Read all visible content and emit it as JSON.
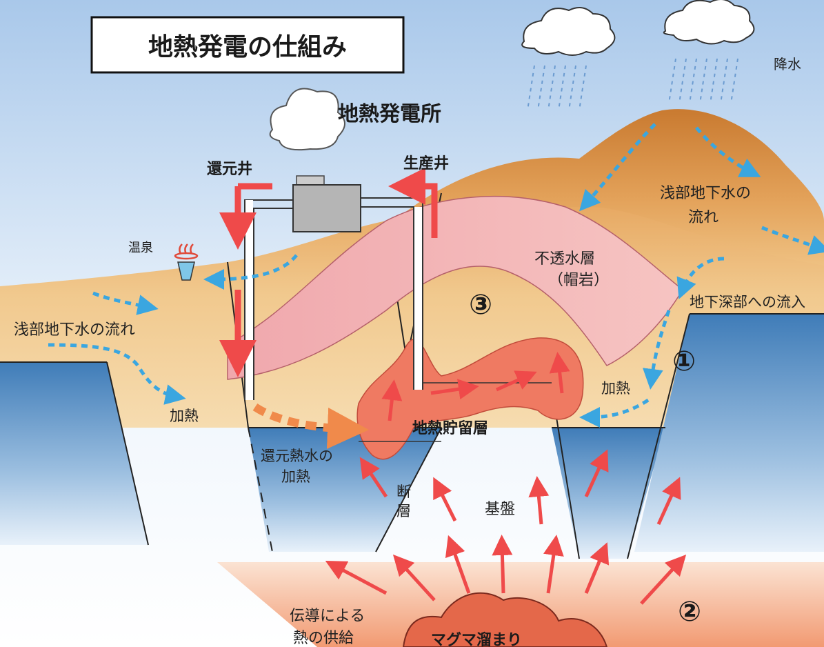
{
  "title": "地熱発電の仕組み",
  "plant": "地熱発電所",
  "labels": {
    "rain": "降水",
    "reinjection_well": "還元井",
    "production_well": "生産井",
    "hot_spring": "温泉",
    "shallow_flow_right_1": "浅部地下水の",
    "shallow_flow_right_2": "流れ",
    "shallow_flow_left": "浅部地下水の流れ",
    "caprock_1": "不透水層",
    "caprock_2": "（帽岩）",
    "deep_flow": "地下深部への流入",
    "heating_left": "加熱",
    "heating_right": "加熱",
    "reservoir": "地熱貯留層",
    "reinjected_heating_1": "還元熱水の",
    "reinjected_heating_2": "加熱",
    "fault_1": "断",
    "fault_2": "層",
    "basement": "基盤",
    "conduction_1": "伝導による",
    "conduction_2": "熱の供給",
    "magma": "マグマ溜まり"
  },
  "markers": {
    "m1": "①",
    "m2": "②",
    "m3": "③"
  },
  "colors": {
    "sky": "#dcebf8",
    "mountain": "#d98e45",
    "earth": "#f3c98f",
    "caprock": "#f3b2b2",
    "reservoir": "#ee7b63",
    "basement": "#6fa0cc",
    "water_arrow": "#3aa6e0",
    "heat_arrow": "#ef4a4a",
    "magma": "#e4684a"
  }
}
